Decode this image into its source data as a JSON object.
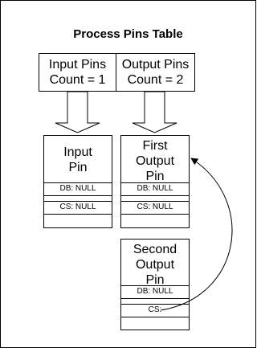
{
  "title": "Process Pins Table",
  "header": {
    "input_line1": "Input Pins",
    "input_line2": "Count = 1",
    "output_line1": "Output Pins",
    "output_line2": "Count = 2"
  },
  "input_pin": {
    "title_line1": "Input",
    "title_line2": "Pin",
    "db": "DB: NULL",
    "cs": "CS: NULL"
  },
  "first_output_pin": {
    "title_line1": "First",
    "title_line2": "Output",
    "title_line3": "Pin",
    "db": "DB: NULL",
    "cs": "CS: NULL"
  },
  "second_output_pin": {
    "title_line1": "Second",
    "title_line2": "Output",
    "title_line3": "Pin",
    "db": "DB: NULL",
    "cs": "CS:"
  }
}
